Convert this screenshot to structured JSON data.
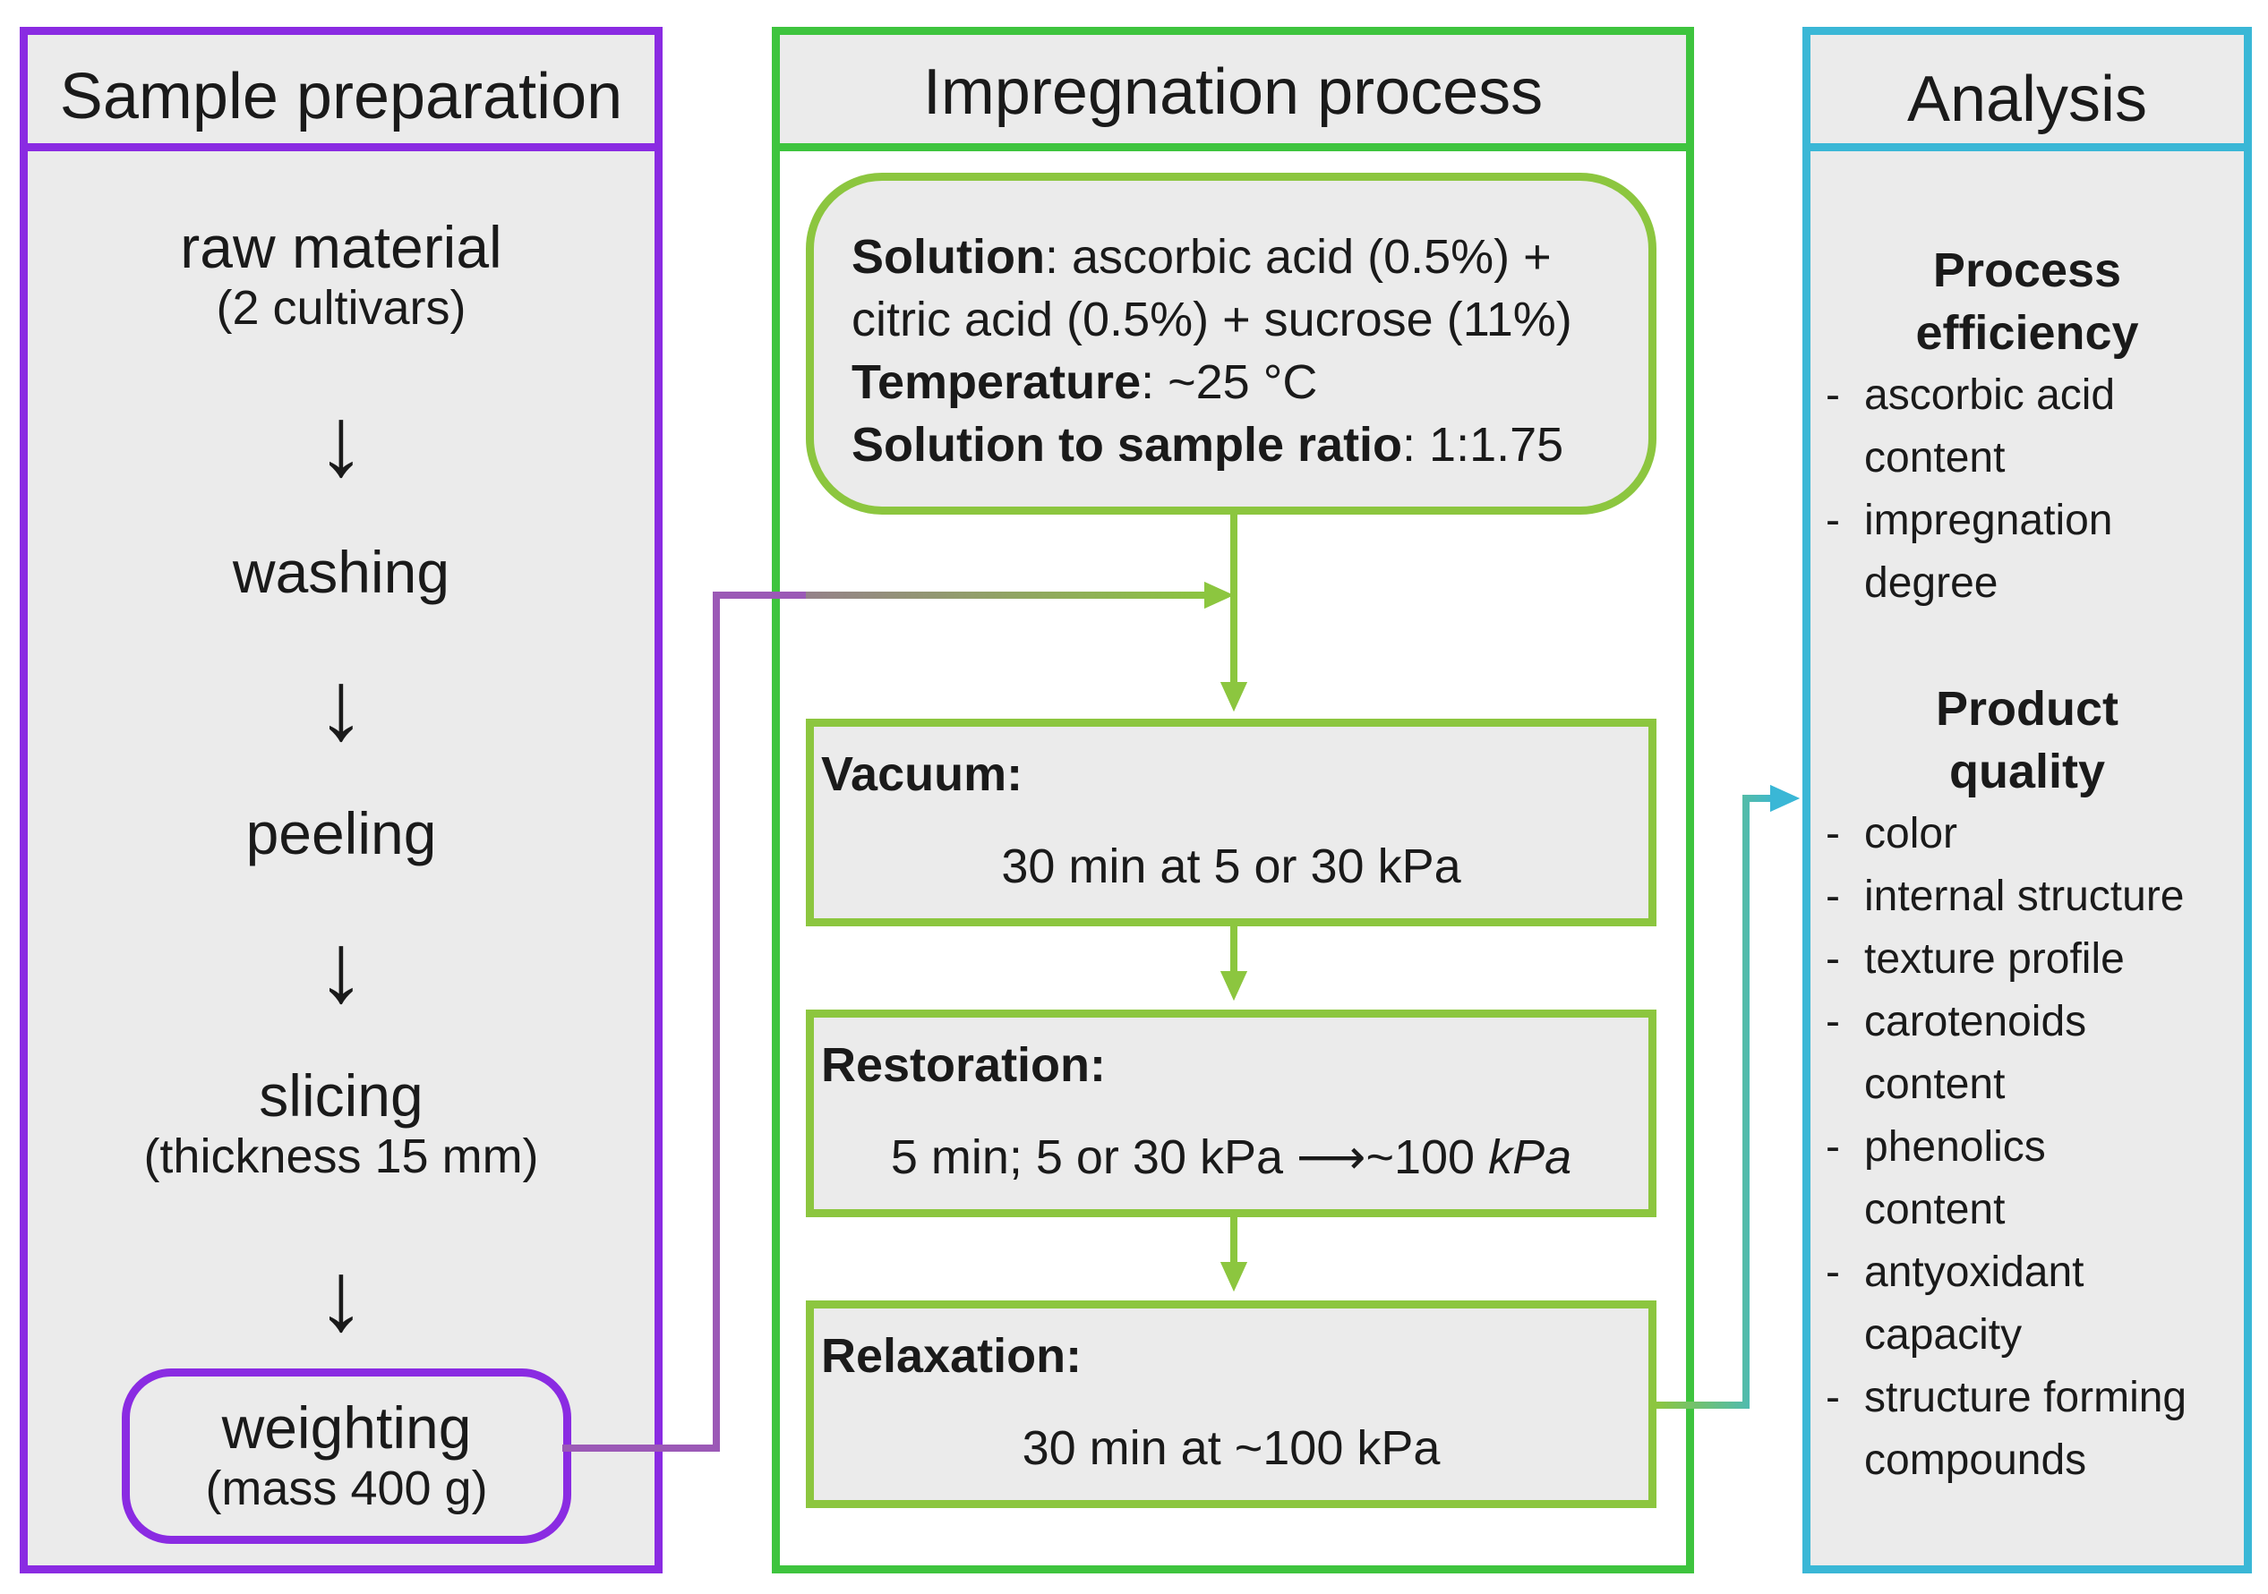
{
  "sample": {
    "title": "Sample preparation",
    "step1": "raw material",
    "step1_sub": "(2 cultivars)",
    "step2": "washing",
    "step3": "peeling",
    "step4": "slicing",
    "step4_sub": "(thickness 15 mm)",
    "step5": "weighting",
    "step5_sub": "(mass 400 g)",
    "arrow": "↓"
  },
  "impregnation": {
    "title": "Impregnation process",
    "solution_label": "Solution",
    "solution_text_1": ": ascorbic acid (0.5%) +",
    "solution_text_2": "citric acid (0.5%) + sucrose (11%)",
    "temperature_label": "Temperature",
    "temperature_text": ": ~25 °C",
    "ratio_label": "Solution to sample ratio",
    "ratio_text": ": 1:1.75",
    "vacuum_label": "Vacuum:",
    "vacuum_value": "30 min at 5 or 30 kPa",
    "restoration_label": "Restoration:",
    "restoration_value_1": "5 min; 5 or 30 kPa ⟶~100",
    "restoration_value_2": "kPa",
    "relaxation_label": "Relaxation:",
    "relaxation_value": "30 min at ~100 kPa"
  },
  "analysis": {
    "title": "Analysis",
    "efficiency_title_1": "Process",
    "efficiency_title_2": "efficiency",
    "efficiency_items": [
      [
        "ascorbic acid",
        "content"
      ],
      [
        "impregnation",
        "degree"
      ]
    ],
    "quality_title_1": "Product",
    "quality_title_2": "quality",
    "quality_items": [
      [
        "color"
      ],
      [
        "internal structure"
      ],
      [
        "texture profile"
      ],
      [
        "carotenoids",
        "content"
      ],
      [
        "phenolics",
        "content"
      ],
      [
        "antyoxidant",
        "capacity"
      ],
      [
        "structure forming",
        "compounds"
      ]
    ],
    "dash": "-"
  },
  "colors": {
    "purple": "#8a2be2",
    "green_frame": "#3ec43e",
    "green_inner": "#8cc63f",
    "cyan": "#3ab7d6",
    "panel_bg": "#ebebeb"
  }
}
